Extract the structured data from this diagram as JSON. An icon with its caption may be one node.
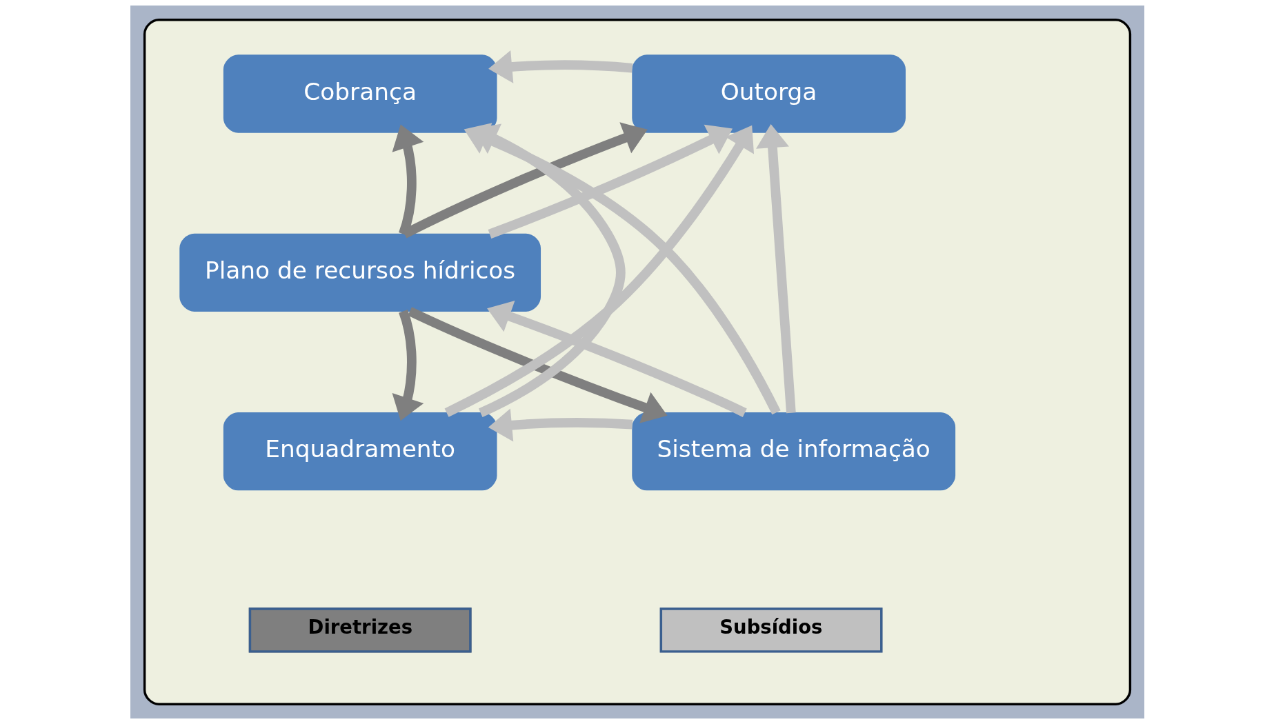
{
  "diagram": {
    "nodes": [
      {
        "text": [],
        "shape": "box"
      },
      {
        "text": [
          "Cobrança"
        ],
        "in": 0
      },
      {
        "text": [
          "Outorga"
        ],
        "in": 0
      },
      {
        "text": [
          "Plano de recursos hídricos"
        ],
        "in": 0
      },
      {
        "text": [
          "Enquadramento"
        ],
        "in": 0
      },
      {
        "text": [
          "Sistema de informação"
        ],
        "in": 0
      }
    ],
    "edges": [
      {
        "from": 2,
        "to": 1,
        "arrow": "to"
      },
      {
        "from": 4,
        "to": 1,
        "arrow": "to"
      },
      {
        "from": 3,
        "to": 1,
        "arrow": "to",
        "color": "#7f7f7f"
      },
      {
        "from": 3,
        "to": 4,
        "arrow": "to",
        "color": "#7f7f7f"
      },
      {
        "from": 3,
        "to": 2,
        "arrow": "to",
        "color": "#7f7f7f"
      },
      {
        "from": 3,
        "to": 5,
        "arrow": "to",
        "color": "#7f7f7f"
      },
      {
        "from": 5,
        "to": 1,
        "arrow": "to"
      },
      {
        "from": 4,
        "to": 2,
        "arrow": "to"
      },
      {
        "from": 3,
        "to": 2,
        "arrow": "to"
      },
      {
        "from": 5,
        "to": 2,
        "arrow": "to"
      },
      {
        "from": 5,
        "to": 4,
        "arrow": "to"
      },
      {
        "from": 5,
        "to": 3,
        "arrow": "to"
      }
    ],
    "legend": [
      {
        "text": "Diretrizes",
        "color": "#7f7f7f"
      },
      {
        "text": "Subsídios",
        "color": "#c0c0c0"
      }
    ]
  }
}
